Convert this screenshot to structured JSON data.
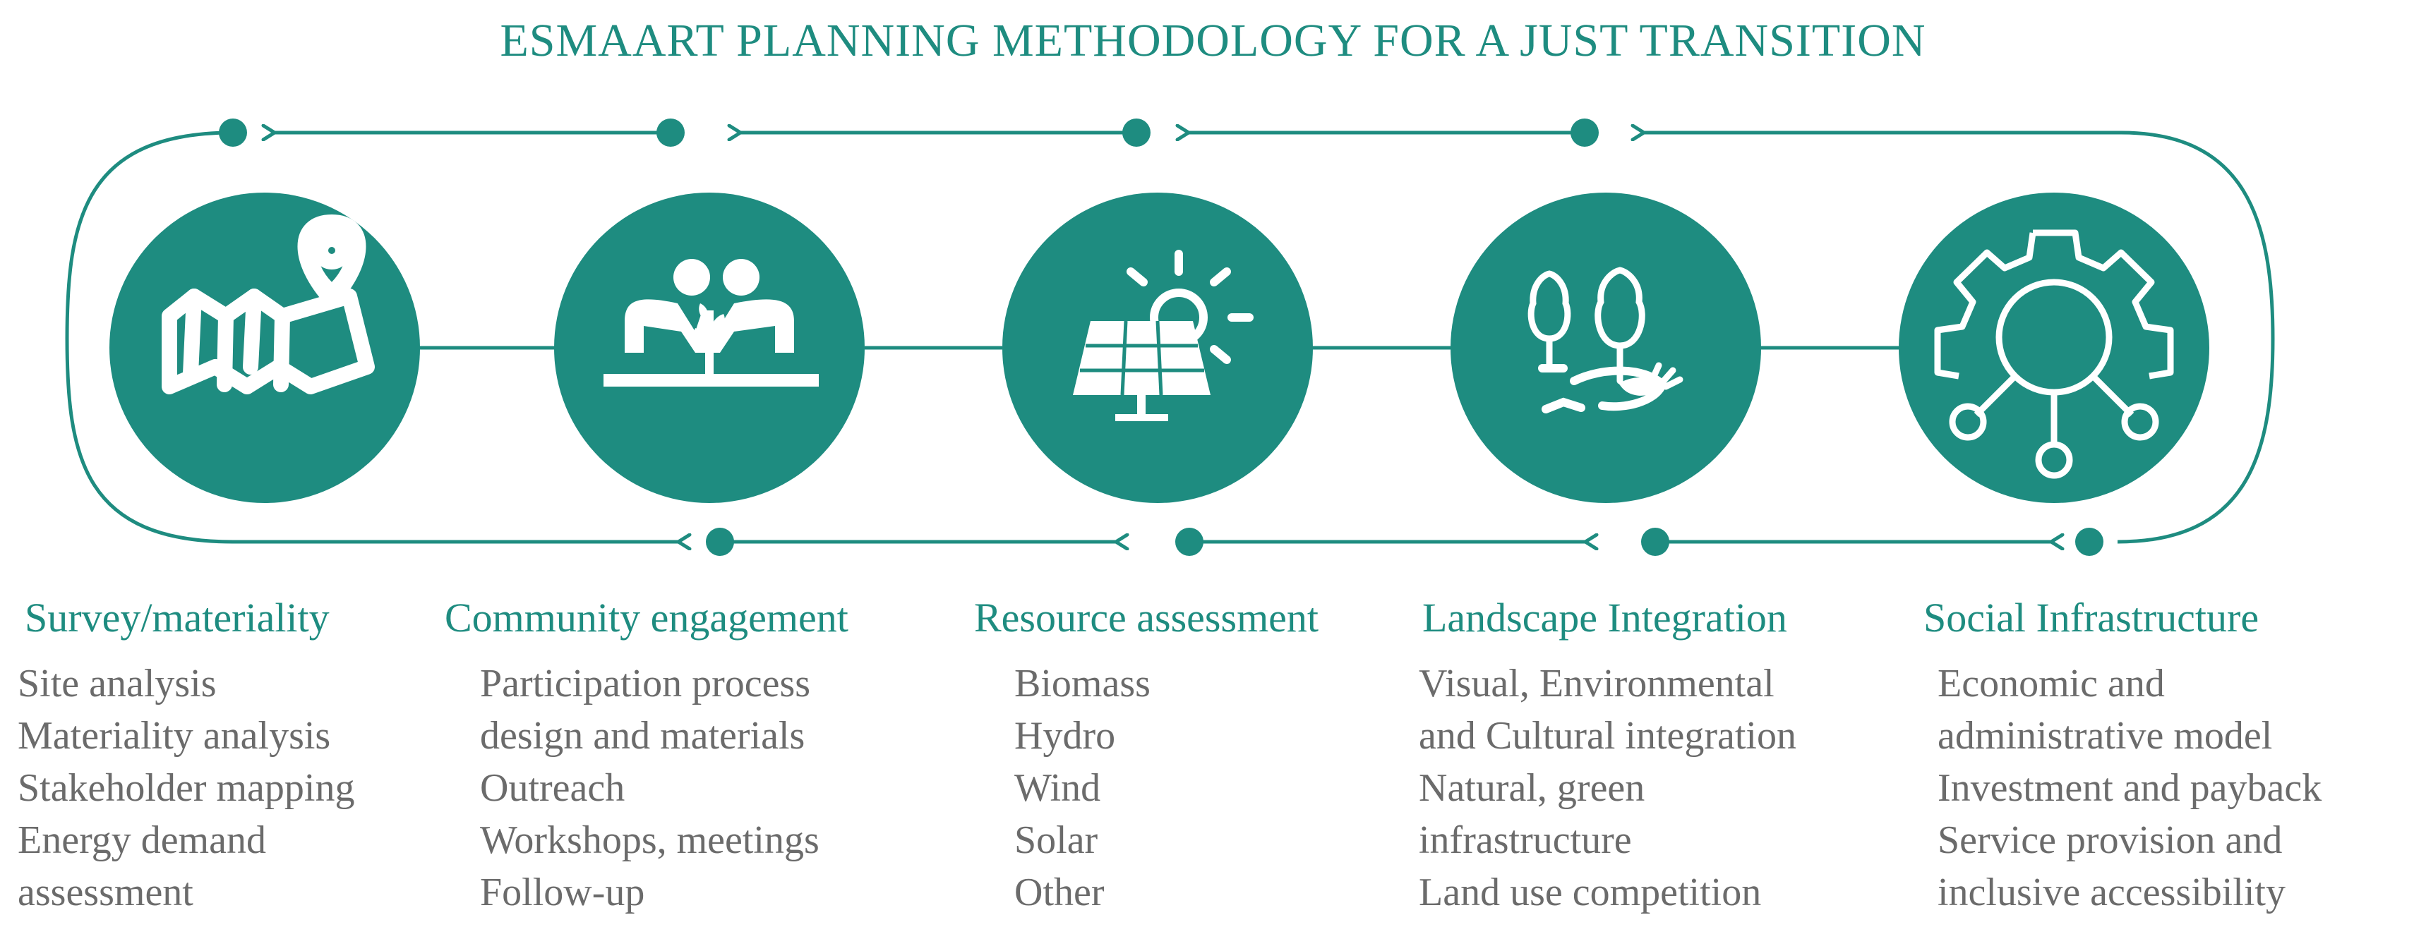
{
  "title": "ESMAART PLANNING METHODOLOGY FOR A JUST TRANSITION",
  "colors": {
    "accent": "#1e8c80",
    "body_text": "#6b6b6b",
    "background": "#ffffff"
  },
  "stages": [
    {
      "icon": "map-pin-icon",
      "title": "Survey/materiality",
      "items": [
        "Site analysis",
        "Materiality analysis",
        "Stakeholder mapping",
        "Energy demand",
        "assessment"
      ]
    },
    {
      "icon": "people-planting-icon",
      "title": "Community engagement",
      "items": [
        "Participation process",
        "design and materials",
        "Outreach",
        "Workshops, meetings",
        "Follow-up"
      ]
    },
    {
      "icon": "solar-panel-sun-icon",
      "title": "Resource assessment",
      "items": [
        "Biomass",
        "Hydro",
        "Wind",
        "Solar",
        "Other"
      ]
    },
    {
      "icon": "trees-landscape-icon",
      "title": "Landscape Integration",
      "items": [
        "Visual, Environmental",
        "and Cultural integration",
        "Natural, green",
        "infrastructure",
        "Land use competition"
      ]
    },
    {
      "icon": "gear-network-icon",
      "title": "Social Infrastructure",
      "items": [
        "Economic and",
        "administrative model",
        "Investment and payback",
        "Service provision and",
        "inclusive accessibility"
      ]
    }
  ]
}
